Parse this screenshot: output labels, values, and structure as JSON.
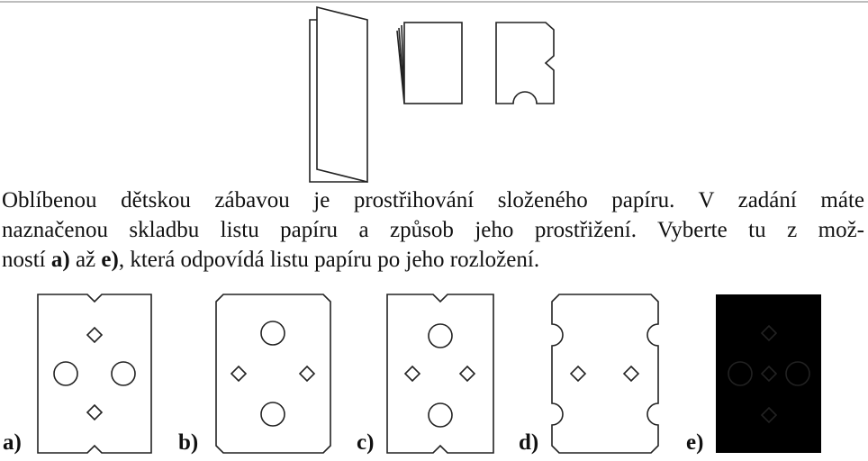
{
  "task": {
    "line1": "Oblíbenou dětskou zábavou je prostřihování složeného papíru. V zadání máte",
    "line2": "naznačenou skladbu listu papíru a způsob jeho prostřižení. Vyberte tu z mož-",
    "line3_pre": "ností ",
    "line3_a": "a)",
    "line3_mid": " až ",
    "line3_e": "e)",
    "line3_post": ", která odpovídá listu papíru po jeho rozložení."
  },
  "options": [
    {
      "label": "a)"
    },
    {
      "label": "b)"
    },
    {
      "label": "c)"
    },
    {
      "label": "d)"
    },
    {
      "label": "e)"
    }
  ]
}
